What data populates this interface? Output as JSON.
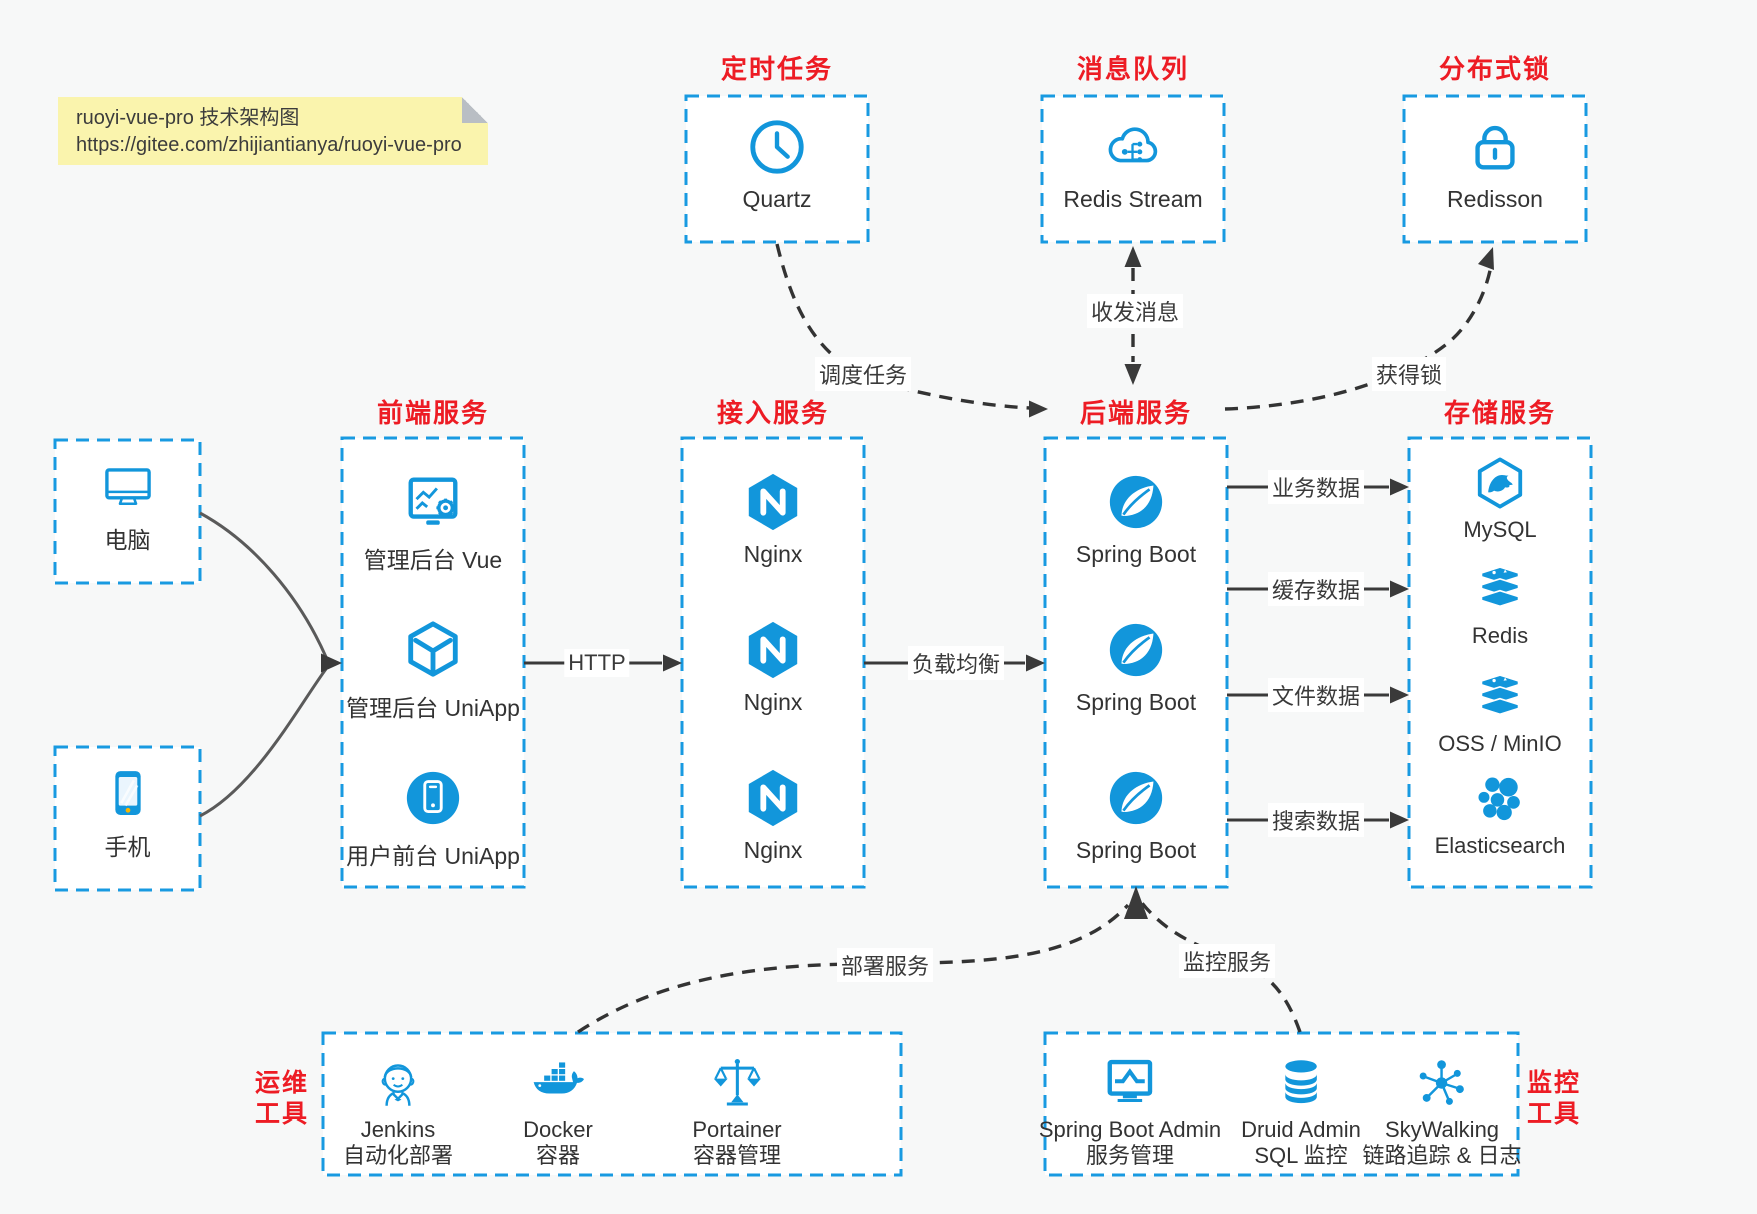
{
  "colors": {
    "accent": "#1296db",
    "border": "#189ae1",
    "red": "#ed1c24",
    "text": "#333333",
    "edge": "#3a3a3a",
    "bg": "#f7f8f8",
    "note-bg": "#faf4ad",
    "note-fold": "#b9bec4"
  },
  "note": {
    "line1": "ruoyi-vue-pro 技术架构图",
    "line2": "https://gitee.com/zhijiantianya/ruoyi-vue-pro"
  },
  "top_groups": [
    {
      "title": "定时任务",
      "icon": "clock-icon",
      "label": "Quartz"
    },
    {
      "title": "消息队列",
      "icon": "cloud-network-icon",
      "label": "Redis Stream"
    },
    {
      "title": "分布式锁",
      "icon": "lock-icon",
      "label": "Redisson"
    }
  ],
  "clients": [
    {
      "icon": "desktop-icon",
      "label": "电脑"
    },
    {
      "icon": "smartphone-icon",
      "label": "手机"
    }
  ],
  "columns": [
    {
      "title": "前端服务",
      "items": [
        {
          "icon": "admin-vue-icon",
          "label": "管理后台 Vue"
        },
        {
          "icon": "uniapp-cube-icon",
          "label": "管理后台 UniApp"
        },
        {
          "icon": "user-app-icon",
          "label": "用户前台 UniApp"
        }
      ]
    },
    {
      "title": "接入服务",
      "items": [
        {
          "icon": "nginx-icon",
          "label": "Nginx"
        },
        {
          "icon": "nginx-icon",
          "label": "Nginx"
        },
        {
          "icon": "nginx-icon",
          "label": "Nginx"
        }
      ]
    },
    {
      "title": "后端服务",
      "items": [
        {
          "icon": "spring-icon",
          "label": "Spring Boot"
        },
        {
          "icon": "spring-icon",
          "label": "Spring Boot"
        },
        {
          "icon": "spring-icon",
          "label": "Spring Boot"
        }
      ]
    },
    {
      "title": "存储服务",
      "items": [
        {
          "icon": "mysql-icon",
          "label": "MySQL"
        },
        {
          "icon": "redis-stack-icon",
          "label": "Redis"
        },
        {
          "icon": "redis-stack-icon",
          "label": "OSS / MinIO"
        },
        {
          "icon": "elasticsearch-icon",
          "label": "Elasticsearch"
        }
      ]
    }
  ],
  "edge_labels": {
    "http": "HTTP",
    "load_balance": "负载均衡",
    "schedule": "调度任务",
    "message": "收发消息",
    "lock": "获得锁",
    "business": "业务数据",
    "cache": "缓存数据",
    "file": "文件数据",
    "search": "搜索数据",
    "deploy": "部署服务",
    "monitor": "监控服务"
  },
  "bottom_groups": [
    {
      "title_lines": [
        "运维",
        "工具"
      ],
      "items": [
        {
          "icon": "jenkins-icon",
          "label": "Jenkins",
          "sublabel": "自动化部署"
        },
        {
          "icon": "docker-icon",
          "label": "Docker",
          "sublabel": "容器"
        },
        {
          "icon": "portainer-icon",
          "label": "Portainer",
          "sublabel": "容器管理"
        }
      ]
    },
    {
      "title_lines": [
        "监控",
        "工具"
      ],
      "items": [
        {
          "icon": "spring-boot-admin-icon",
          "label": "Spring Boot Admin",
          "sublabel": "服务管理"
        },
        {
          "icon": "druid-icon",
          "label": "Druid Admin",
          "sublabel": "SQL 监控"
        },
        {
          "icon": "skywalking-icon",
          "label": "SkyWalking",
          "sublabel": "链路追踪 & 日志"
        }
      ]
    }
  ]
}
